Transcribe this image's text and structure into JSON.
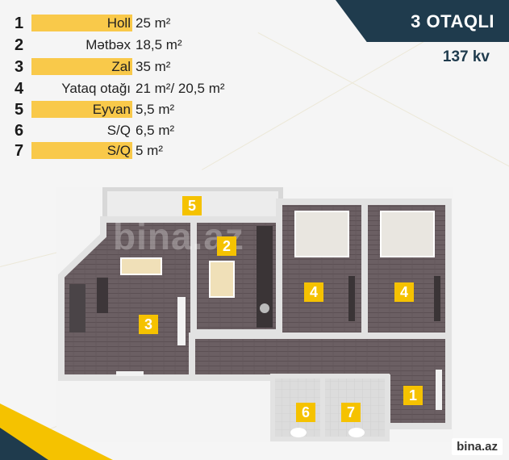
{
  "header": {
    "title": "3 OTAQLI",
    "area": "137 kv"
  },
  "legend": [
    {
      "num": "1",
      "label": "Holl",
      "value": "25 m²",
      "highlight": true
    },
    {
      "num": "2",
      "label": "Mətbəx",
      "value": "18,5 m²",
      "highlight": false
    },
    {
      "num": "3",
      "label": "Zal",
      "value": "35 m²",
      "highlight": true
    },
    {
      "num": "4",
      "label": "Yataq otağı",
      "value": "21 m²/ 20,5 m²",
      "highlight": false
    },
    {
      "num": "5",
      "label": "Eyvan",
      "value": "5,5 m²",
      "highlight": true
    },
    {
      "num": "6",
      "label": "S/Q",
      "value": "6,5 m²",
      "highlight": false
    },
    {
      "num": "7",
      "label": "S/Q",
      "value": "5 m²",
      "highlight": true
    }
  ],
  "plan_markers": [
    "1",
    "2",
    "3",
    "4",
    "4",
    "5",
    "6",
    "7"
  ],
  "watermark": "bina.az",
  "logo": "bina.az",
  "colors": {
    "accent": "#f5c200",
    "dark": "#1f3b4d",
    "floor": "#6b5f63",
    "wall": "#e8e8e8"
  }
}
